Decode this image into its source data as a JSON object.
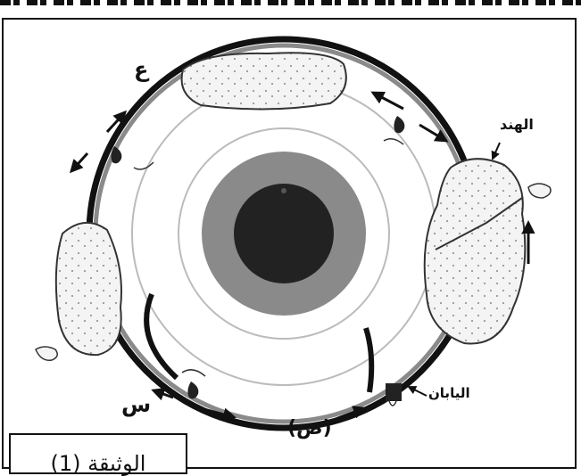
{
  "figure": {
    "caption": "الوثيقة (1)",
    "labels": {
      "ain": "ع",
      "india": "الهند",
      "japan": "اليابان",
      "sin": "س",
      "sad": "(ص)"
    }
  },
  "colors": {
    "mantle_ring": "#ffffff",
    "outer_core": "#8a8a8a",
    "inner_core": "#222222",
    "plate_border": "#111111",
    "continent_fill": "#f4f4f4"
  }
}
